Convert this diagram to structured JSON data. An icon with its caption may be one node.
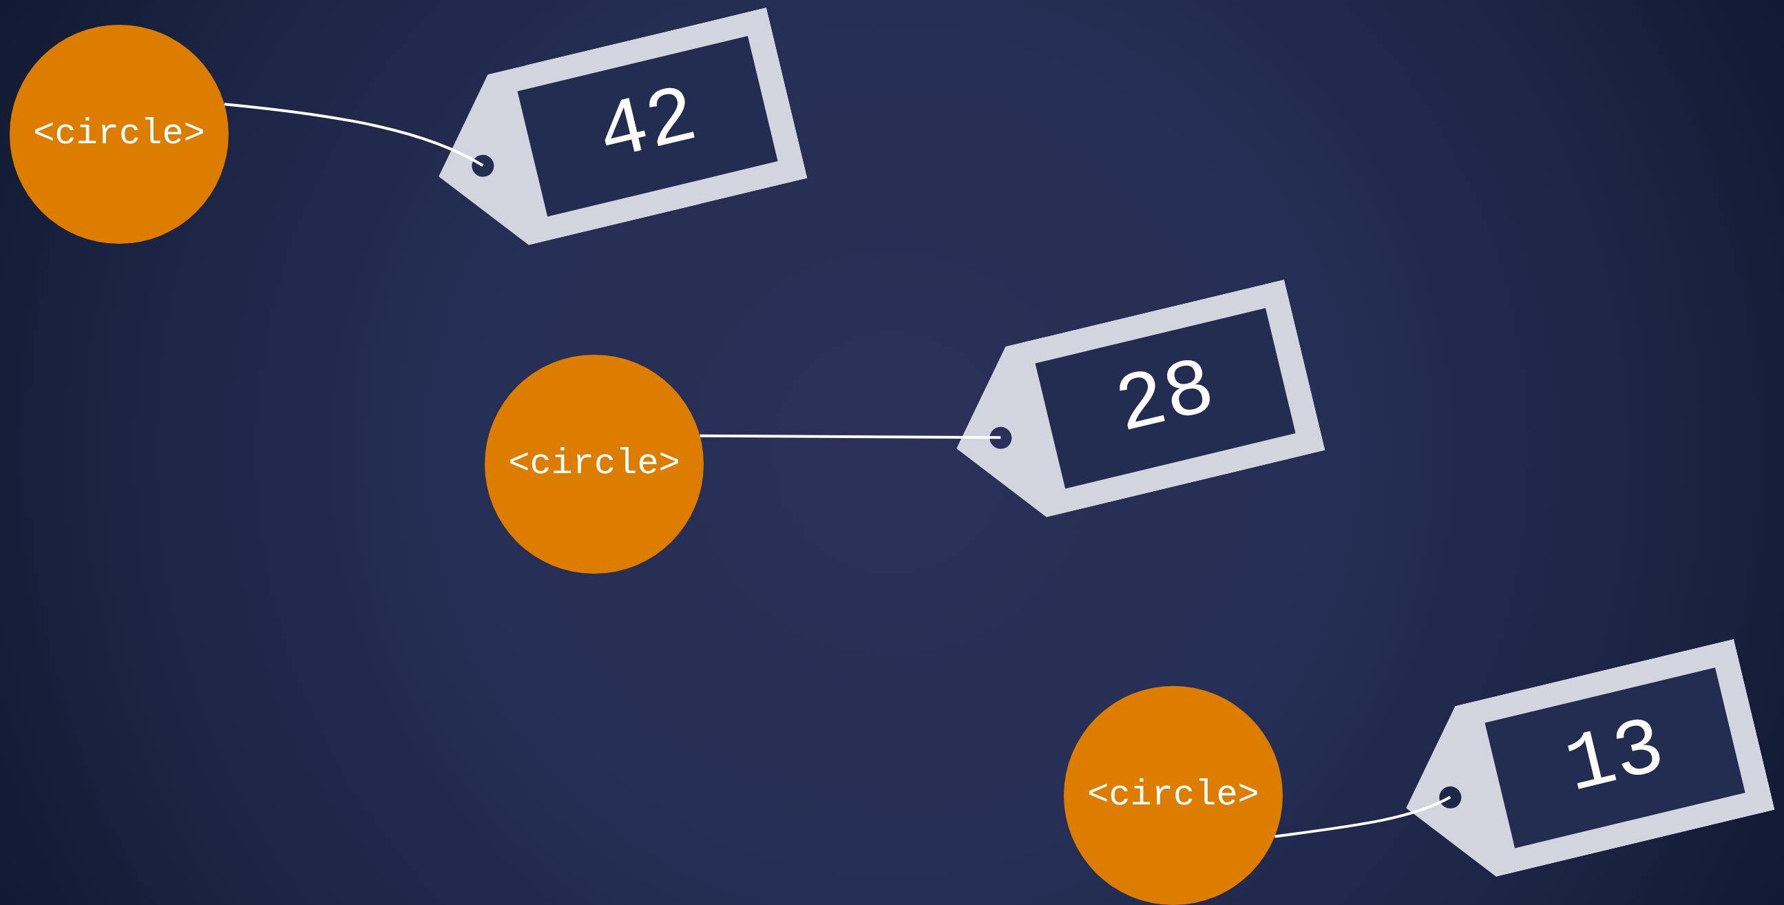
{
  "diagram": {
    "nodes": [
      {
        "text": [
          "<circle>"
        ]
      },
      {
        "text": [
          "42"
        ]
      },
      {
        "text": [
          "<circle>"
        ]
      },
      {
        "text": [
          "28"
        ]
      },
      {
        "text": [
          "<circle>"
        ]
      },
      {
        "text": [
          "13"
        ]
      }
    ],
    "edges": [
      {
        "from": 0,
        "to": 1,
        "arrow": "none"
      },
      {
        "from": 2,
        "to": 3,
        "arrow": "none"
      },
      {
        "from": 4,
        "to": 5,
        "arrow": "none"
      }
    ]
  }
}
